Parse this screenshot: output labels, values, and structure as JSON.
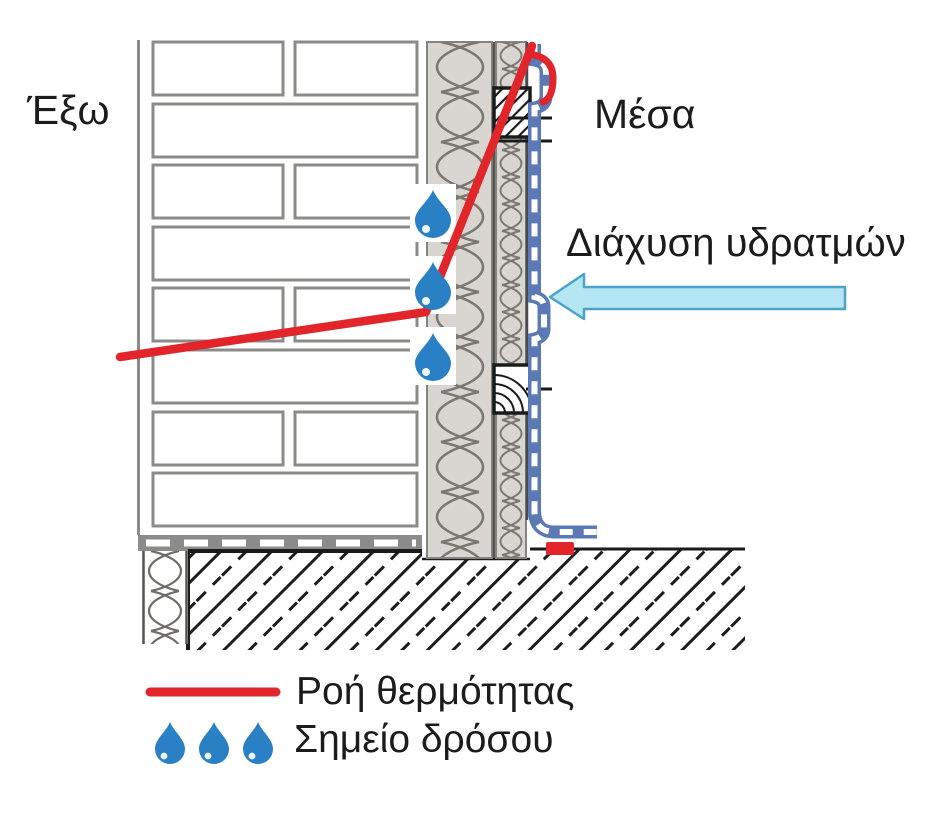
{
  "diagram": {
    "labels": {
      "outside": "Έξω",
      "inside": "Μέσα",
      "vapor_diffusion": "Διάχυση υδρατμών"
    },
    "legend": {
      "heat_flow": "Ροή θερμότητας",
      "dew_point": "Σημείο δρόσου"
    },
    "colors": {
      "heat_flow_line": "#e1252b",
      "dew_point_droplet": "#2a80c4",
      "vapor_arrow_fill": "#b4e6f3",
      "vapor_arrow_border": "#4aa3c8",
      "vapor_barrier_membrane": "#5b79b5",
      "masonry_outline": "#8b8b89",
      "insulation_fill": "#d9d6d1",
      "dpc_band": "#8b8b89",
      "text": "#1c1c1c"
    }
  }
}
